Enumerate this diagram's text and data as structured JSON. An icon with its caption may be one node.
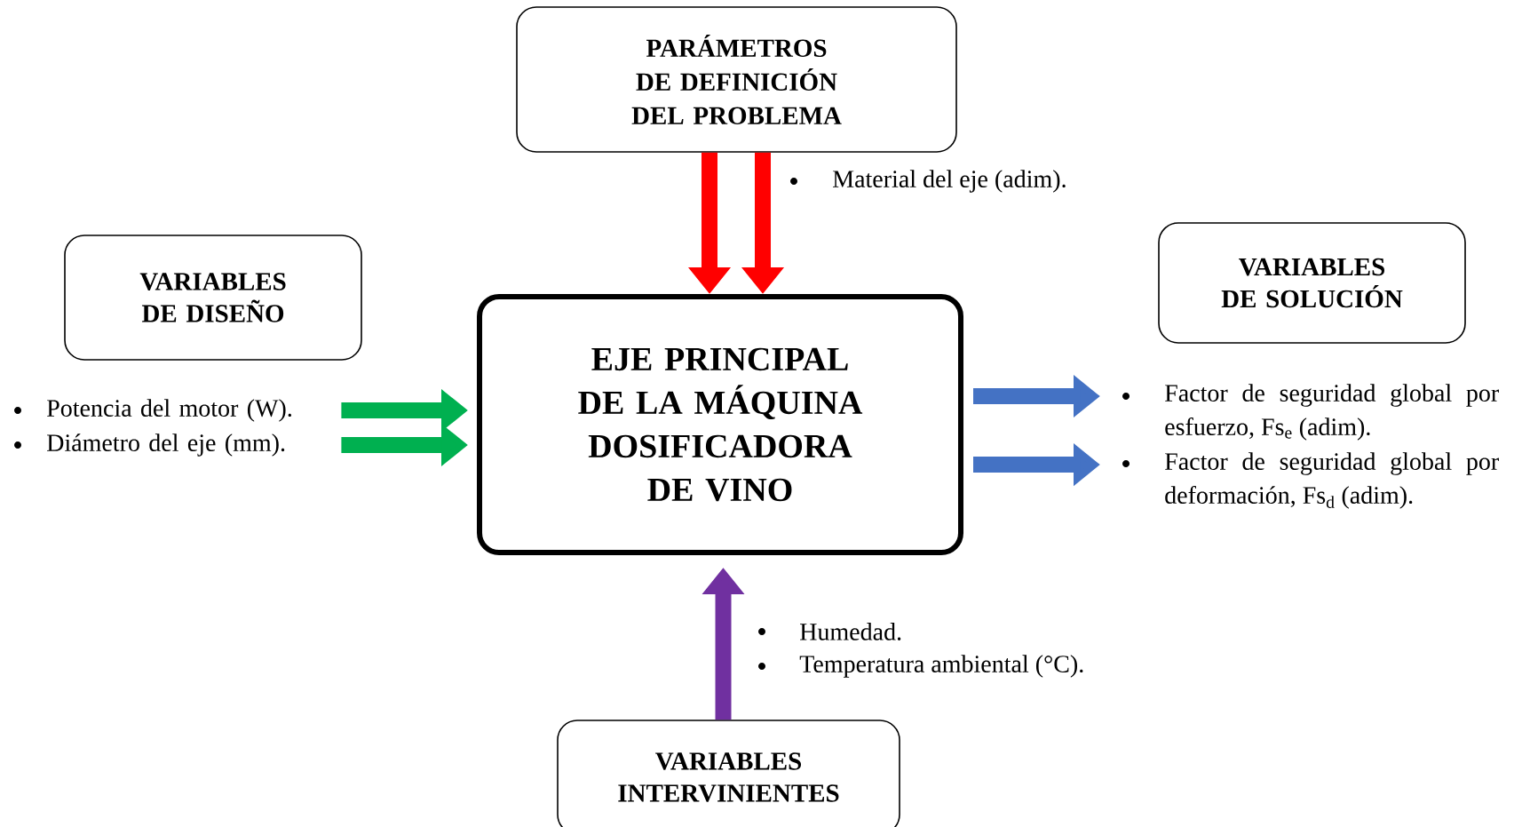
{
  "diagram": {
    "nodes": [
      {
        "text": [
          "PARÁMETROS DE DEFINICIÓN DEL PROBLEMA"
        ]
      },
      {
        "text": [
          "VARIABLES DE DISEÑO"
        ]
      },
      {
        "text": [
          "EJE PRINCIPAL DE LA MÁQUINA DOSIFICADORA DE VINO"
        ]
      },
      {
        "text": [
          "VARIABLES DE SOLUCIÓN"
        ]
      },
      {
        "text": [
          "Potencia del motor (W)."
        ]
      },
      {
        "text": [
          "Diámetro del eje (mm)."
        ]
      },
      {
        "text": [
          "Factor de seguridad global por esfuerzo, Fs$_{e}$ (adim)."
        ]
      },
      {
        "text": [
          "Factor de seguridad global por deformación, Fs$_{d}$ (adim)."
        ]
      },
      {
        "text": [
          "VARIABLES INTERVINIENTES"
        ]
      }
    ],
    "edges": [
      {
        "from": 0,
        "to": 2,
        "arrow": "to",
        "color": "#ff0000"
      },
      {
        "from": 0,
        "to": 2,
        "arrow": "to",
        "color": "#ff0000"
      },
      {
        "from": 4,
        "to": 2,
        "arrow": "to",
        "color": "#00b050"
      },
      {
        "from": 5,
        "to": 2,
        "arrow": "to",
        "color": "#00b050"
      },
      {
        "from": 2,
        "to": 6,
        "arrow": "to",
        "color": "#4472c4"
      },
      {
        "from": 2,
        "to": 7,
        "arrow": "to",
        "color": "#4472c4"
      },
      {
        "from": 8,
        "to": 2,
        "arrow": "to",
        "color": "#7030a0"
      }
    ],
    "labels": [
      "Material del eje (adim).",
      "Humedad.",
      "Temperatura ambiental (°C)."
    ]
  }
}
